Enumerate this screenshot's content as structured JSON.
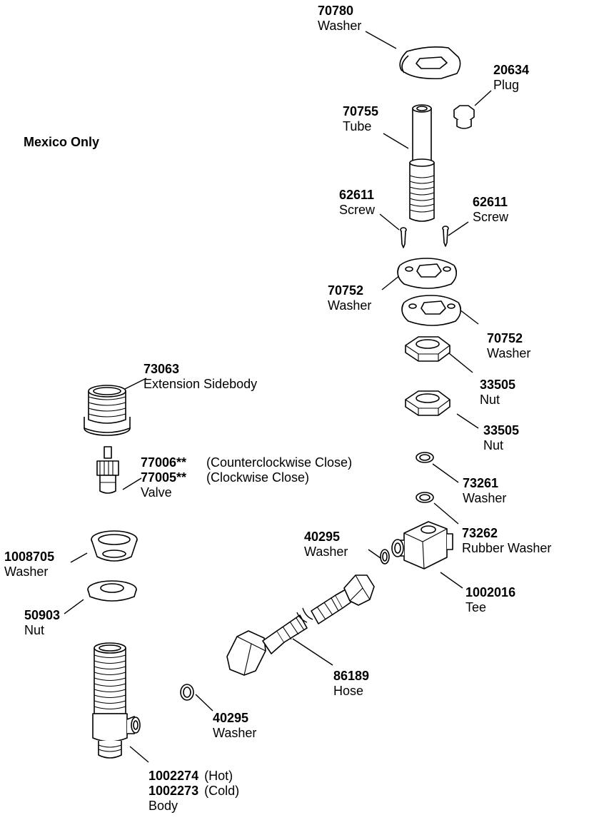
{
  "note": "Mexico Only",
  "parts": [
    {
      "id": "washer-70780",
      "number": "70780",
      "name": "Washer"
    },
    {
      "id": "plug-20634",
      "number": "20634",
      "name": "Plug"
    },
    {
      "id": "tube-70755",
      "number": "70755",
      "name": "Tube"
    },
    {
      "id": "screw-62611-left",
      "number": "62611",
      "name": "Screw"
    },
    {
      "id": "screw-62611-right",
      "number": "62611",
      "name": "Screw"
    },
    {
      "id": "washer-70752-upper",
      "number": "70752",
      "name": "Washer"
    },
    {
      "id": "washer-70752-lower",
      "number": "70752",
      "name": "Washer"
    },
    {
      "id": "extension-sidebody-73063",
      "number": "73063",
      "name": "Extension Sidebody"
    },
    {
      "id": "nut-33505-upper",
      "number": "33505",
      "name": "Nut"
    },
    {
      "id": "nut-33505-lower",
      "number": "33505",
      "name": "Nut"
    },
    {
      "id": "valve",
      "number_a": "77006**",
      "note_a": "(Counterclockwise Close)",
      "number_b": "77005**",
      "note_b": "(Clockwise Close)",
      "name": "Valve"
    },
    {
      "id": "washer-73261",
      "number": "73261",
      "name": "Washer"
    },
    {
      "id": "washer-1008705",
      "number": "1008705",
      "name": "Washer"
    },
    {
      "id": "rubber-washer-73262",
      "number": "73262",
      "name": "Rubber Washer"
    },
    {
      "id": "washer-40295-upper",
      "number": "40295",
      "name": "Washer"
    },
    {
      "id": "tee-1002016",
      "number": "1002016",
      "name": "Tee"
    },
    {
      "id": "nut-50903",
      "number": "50903",
      "name": "Nut"
    },
    {
      "id": "hose-86189",
      "number": "86189",
      "name": "Hose"
    },
    {
      "id": "washer-40295-lower",
      "number": "40295",
      "name": "Washer"
    },
    {
      "id": "body",
      "number_a": "1002274",
      "note_a": "(Hot)",
      "number_b": "1002273",
      "note_b": "(Cold)",
      "name": "Body"
    }
  ]
}
